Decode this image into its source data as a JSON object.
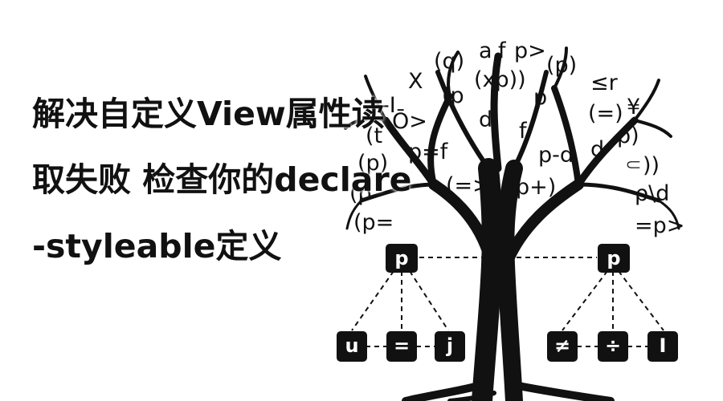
{
  "title_lines": [
    "解决自定义View属性读",
    "取失败 检查你的declare",
    "-styleable定义"
  ],
  "canopy_symbols": [
    "(q)",
    "a",
    "f",
    "p>",
    "(p)",
    "X",
    "(xp))",
    "≤r",
    "(p",
    "p",
    "-I",
    "d",
    "(=)",
    "¥",
    "Ō>",
    "f",
    "p)",
    "(t",
    "p=f",
    "p-d",
    "d",
    "(p)",
    "(=>",
    "p+)",
    "⸦",
    "))",
    "ρ\\d",
    "(p",
    "(p=",
    "p",
    "=p>"
  ],
  "tree_nodes": {
    "left_parent": "p",
    "right_parent": "p",
    "left_children": [
      "u",
      "=",
      "j"
    ],
    "right_children": [
      "≠",
      "÷",
      "I"
    ]
  }
}
